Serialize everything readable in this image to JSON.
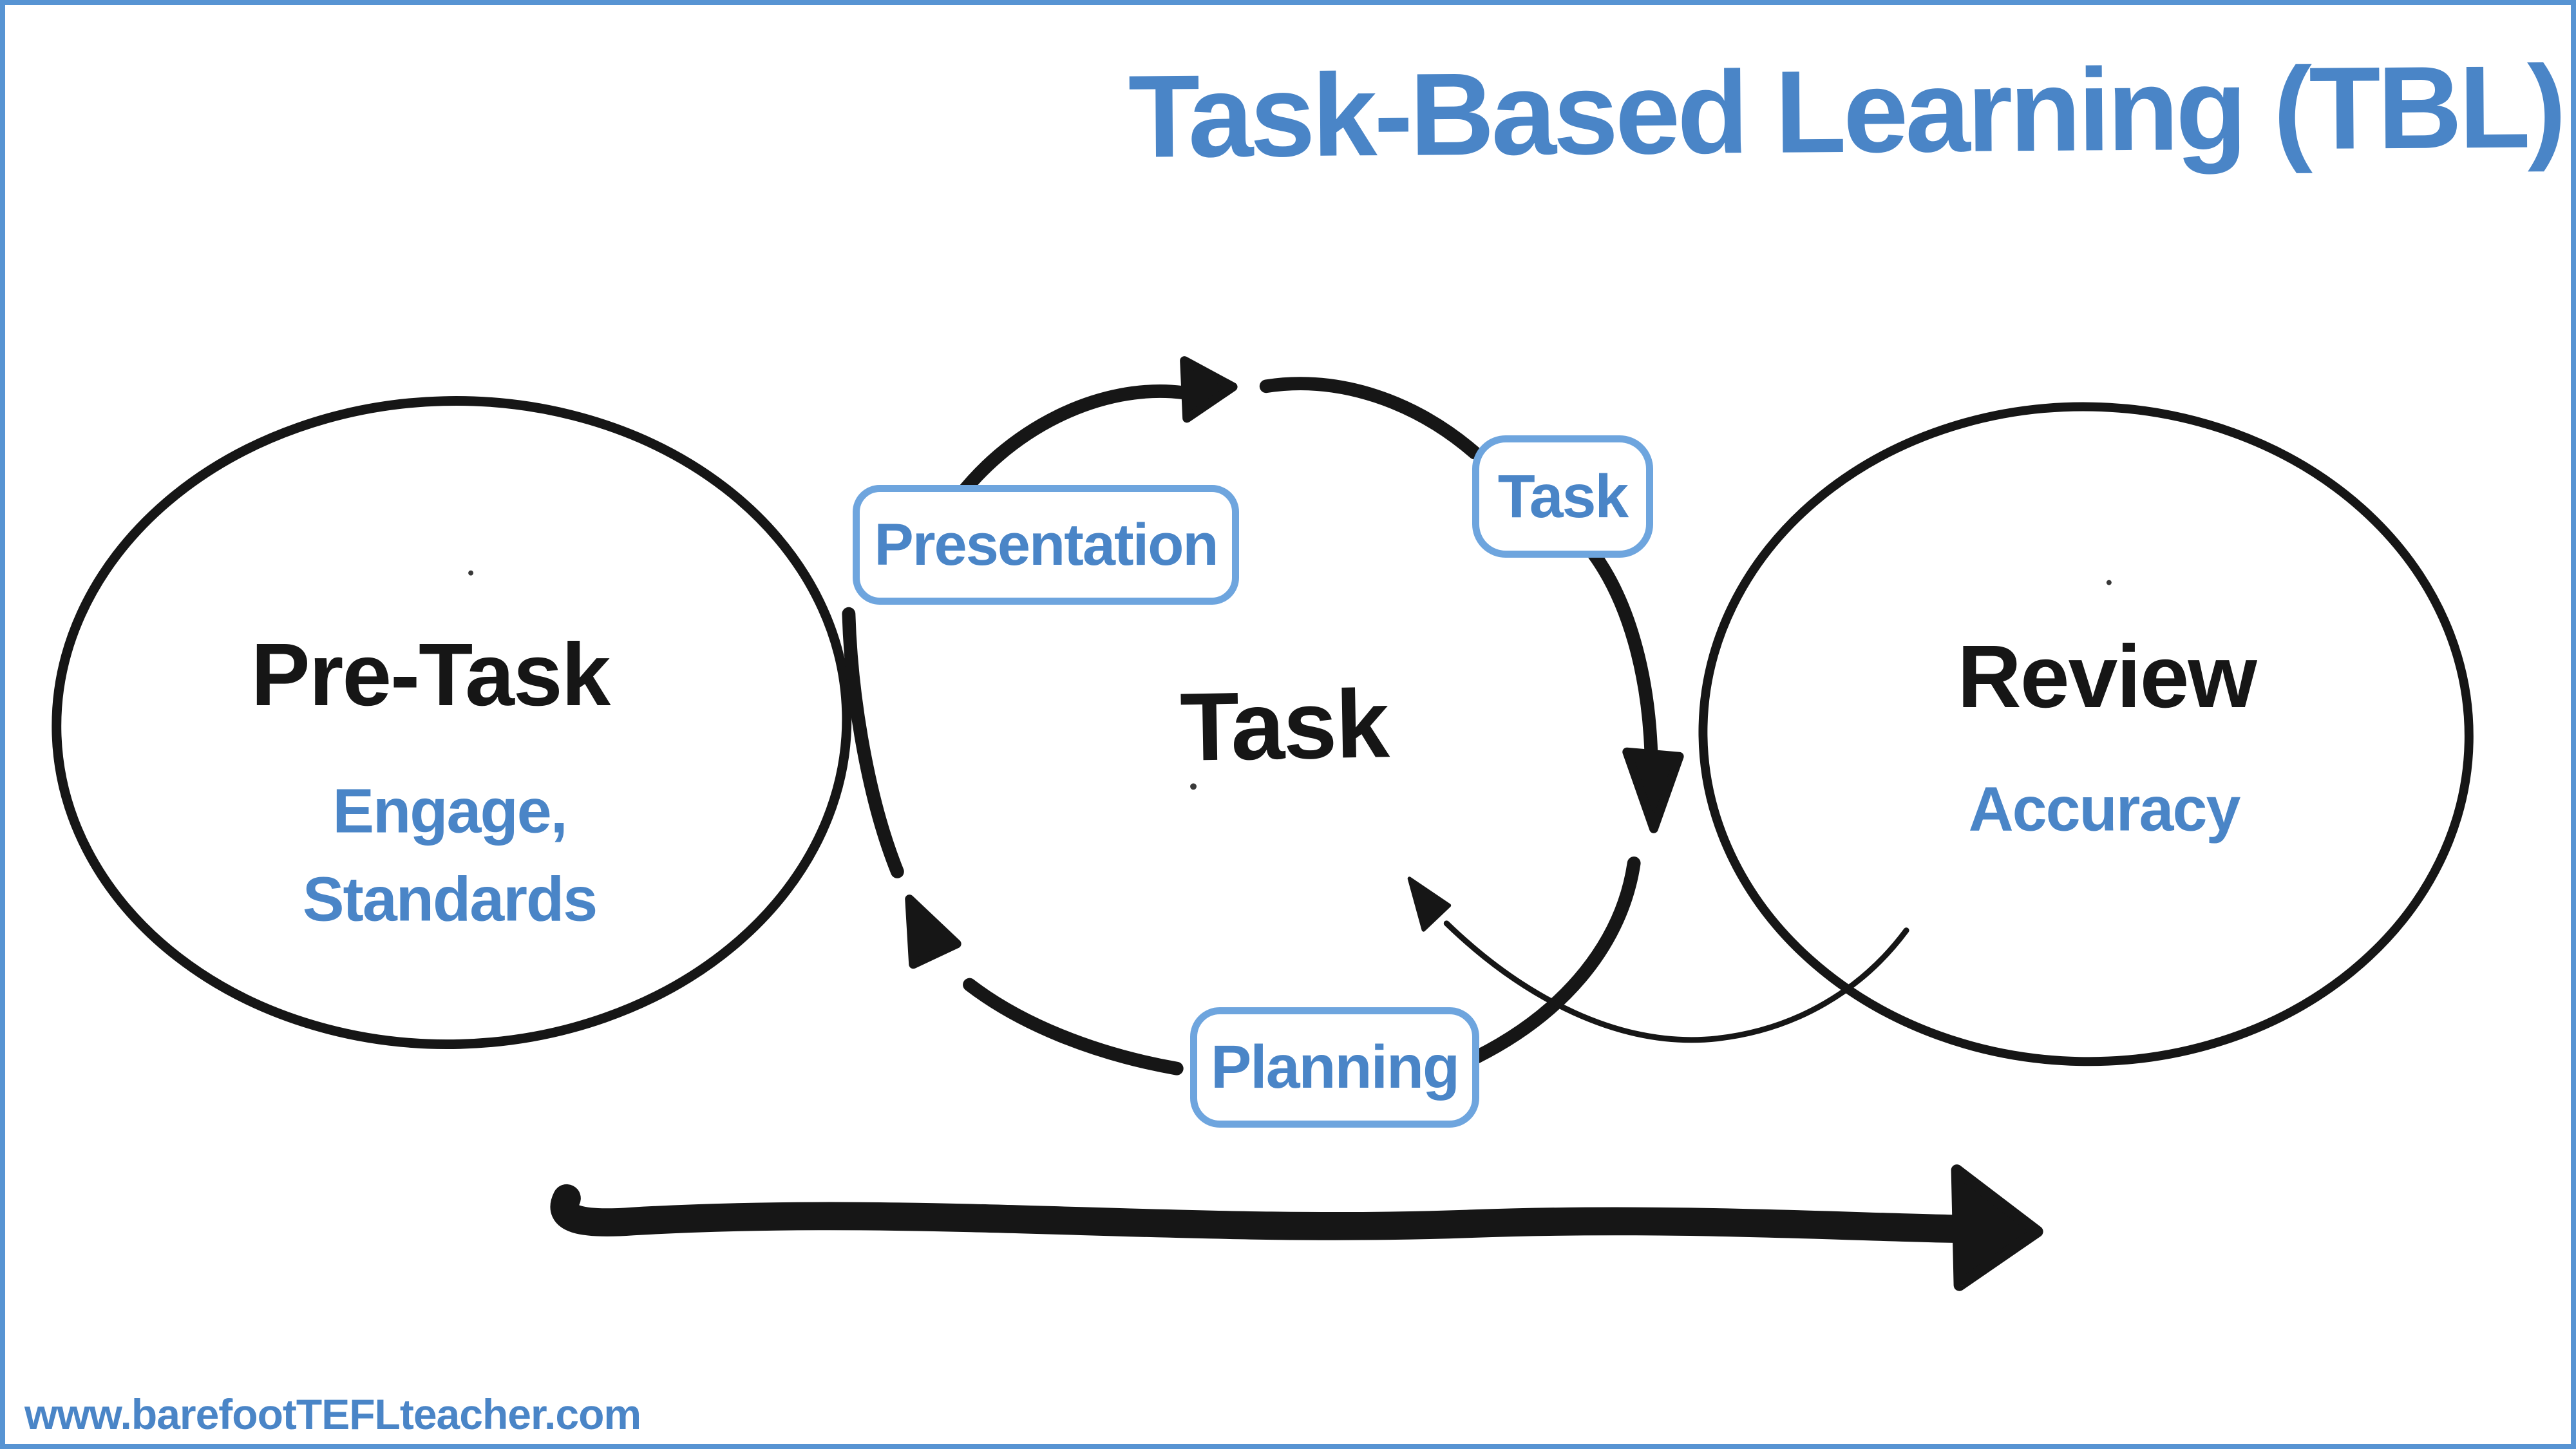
{
  "header": {
    "title": "Task-Based Learning (TBL)"
  },
  "pre_task": {
    "title": "Pre-Task",
    "subtitle_line1": "Engage,",
    "subtitle_line2": "Standards"
  },
  "cycle": {
    "center_label": "Task",
    "stages": [
      {
        "id": "presentation",
        "label": "Presentation"
      },
      {
        "id": "task",
        "label": "Task"
      },
      {
        "id": "planning",
        "label": "Planning"
      }
    ]
  },
  "review": {
    "title": "Review",
    "subtitle": "Accuracy"
  },
  "footer": {
    "watermark": "www.barefootTEFLteacher.com"
  },
  "colors": {
    "ink": "#161616",
    "accent": "#4a85c7",
    "box_border": "#6ea5de",
    "frame": "#5794d3",
    "background": "#ffffff"
  }
}
